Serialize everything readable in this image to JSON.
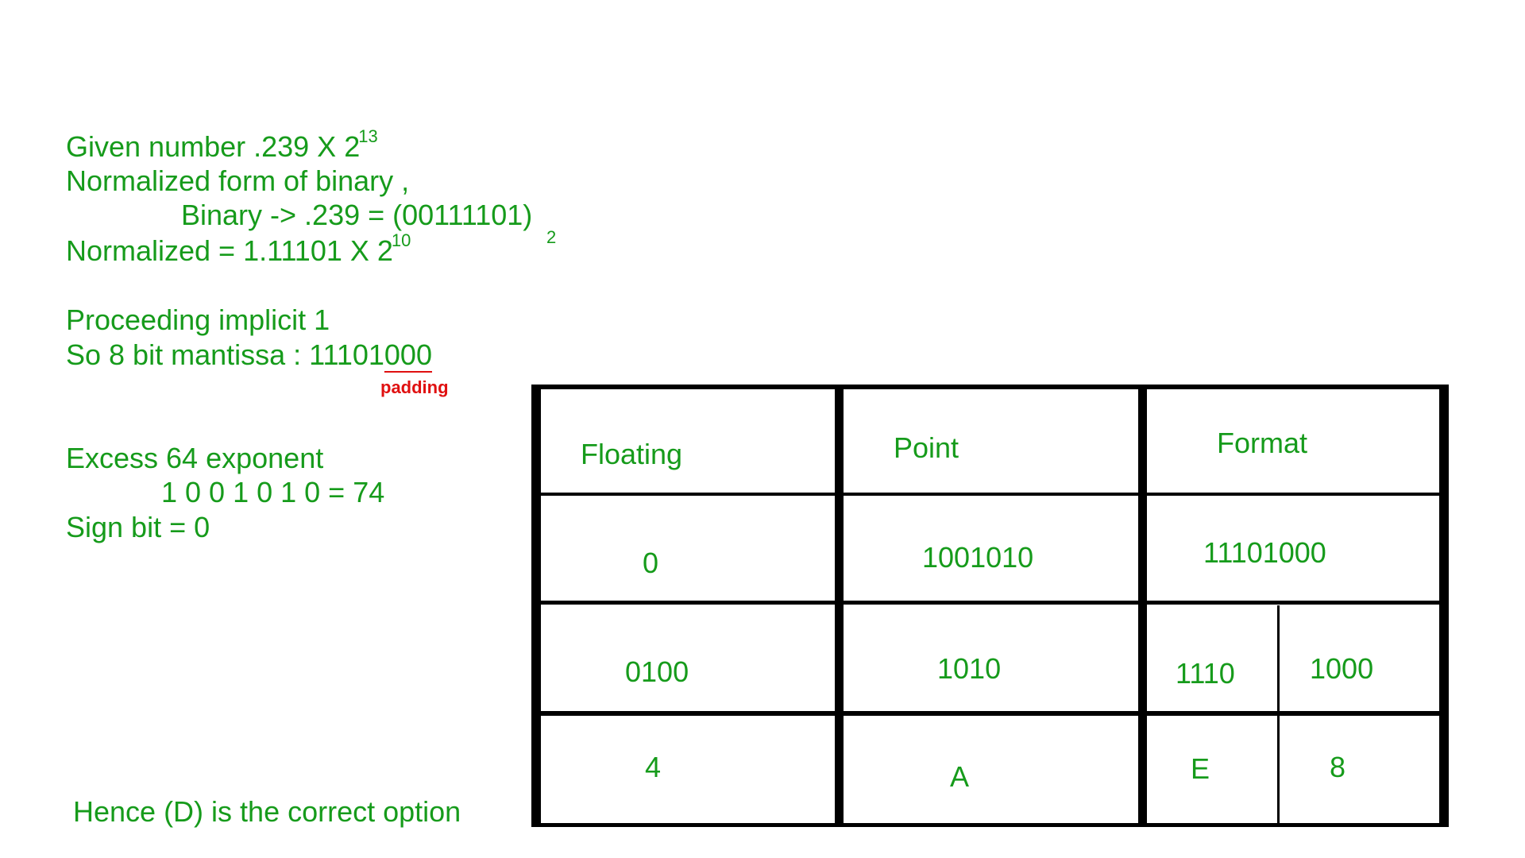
{
  "left_text": {
    "given_prefix": "Given number .239 X 2",
    "given_exp": "13",
    "normalized_form": "Normalized form of binary ,",
    "binary_line": "Binary ->  .239 = (00111101)",
    "binary_base": "2",
    "normalized_prefix": "Normalized = 1.11101 X 2",
    "normalized_exp": "10",
    "proceeding": "Proceeding implicit 1",
    "mantissa_prefix": "So 8 bit mantissa : 11101",
    "mantissa_padding_bits": "000",
    "padding_label": "padding",
    "excess": "Excess 64 exponent",
    "excess_value": "1 0 0 1 0 1 0 = 74",
    "sign_bit": "Sign bit = 0",
    "conclusion": "Hence (D) is the correct option"
  },
  "table": {
    "header": [
      "Floating",
      "Point",
      "Format"
    ],
    "row_bits": [
      "0",
      "1001010",
      "11101000"
    ],
    "row_nibbles": [
      "0100",
      "1010",
      "1110",
      "1000"
    ],
    "row_hex": [
      "4",
      "A",
      "E",
      "8"
    ]
  }
}
